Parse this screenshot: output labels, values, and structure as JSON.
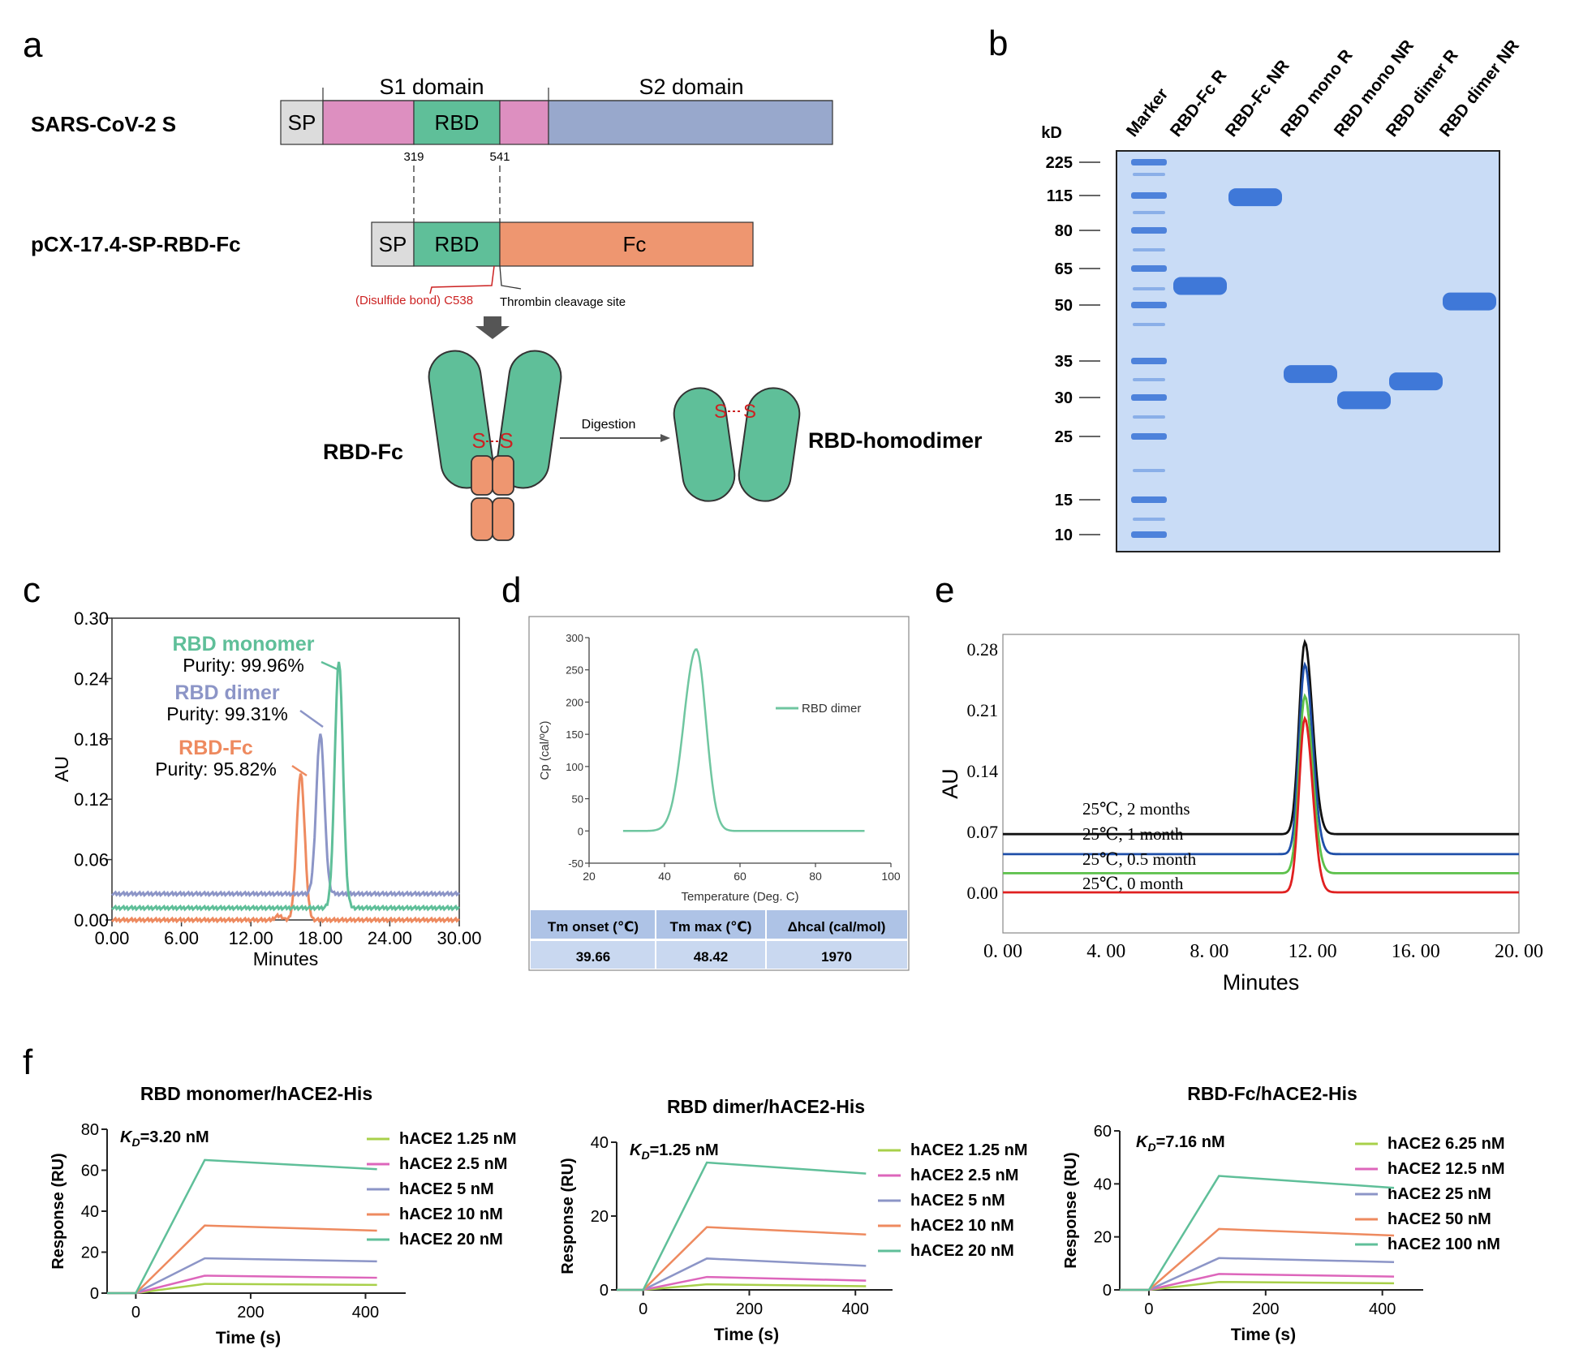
{
  "panel_letters": {
    "a": "a",
    "b": "b",
    "c": "c",
    "d": "d",
    "e": "e",
    "f": "f"
  },
  "panel_a": {
    "construct1_name": "SARS-CoV-2 S",
    "construct2_name": "pCX-17.4-SP-RBD-Fc",
    "s1_label": "S1 domain",
    "s2_label": "S2 domain",
    "sp_label": "SP",
    "rbd_label": "RBD",
    "fc_label": "Fc",
    "pos_start": "319",
    "pos_end": "541",
    "disulfide_label": "(Disulfide bond) C538",
    "thrombin_label": "Thrombin cleavage site",
    "rbdfc_label": "RBD-Fc",
    "digestion_label": "Digestion",
    "homodimer_label": "RBD-homodimer",
    "s_label": "S",
    "colors": {
      "sp": "#dcdcdc",
      "s1": "#dd8fc0",
      "rbd": "#5fbf99",
      "s2": "#98a8cc",
      "fc": "#ee9670",
      "disulfide": "#cc2222"
    }
  },
  "panel_b": {
    "unit_label": "kD",
    "lane_labels": [
      "Marker",
      "RBD-Fc R",
      "RBD-Fc NR",
      "RBD mono R",
      "RBD mono NR",
      "RBD dimer R",
      "RBD dimer NR"
    ],
    "markers": [
      "225",
      "115",
      "80",
      "65",
      "50",
      "35",
      "30",
      "25",
      "15",
      "10"
    ],
    "bands_kd": [
      57,
      112,
      33,
      29.5,
      32,
      51
    ],
    "colors": {
      "gel": "#c9dcf6",
      "band": "#3f78d8"
    }
  },
  "panel_c": {
    "chart_data": {
      "type": "line",
      "xlabel": "Minutes",
      "ylabel": "AU",
      "xlim": [
        0,
        30
      ],
      "ylim": [
        0,
        0.3
      ],
      "x_ticks": [
        "0.00",
        "6.00",
        "12.00",
        "18.00",
        "24.00",
        "30.00"
      ],
      "y_ticks": [
        "0.00",
        "0.06",
        "0.12",
        "0.18",
        "0.24",
        "0.30"
      ],
      "series": [
        {
          "name": "RBD monomer",
          "purity": "Purity: 99.96%",
          "color": "#5fbf99",
          "baseline": 0.012,
          "peak_x": 19.6,
          "peak_y": 0.258
        },
        {
          "name": "RBD dimer",
          "purity": "Purity: 99.31%",
          "color": "#8c95c7",
          "baseline": 0.026,
          "peak_x": 18.0,
          "peak_y": 0.185
        },
        {
          "name": "RBD-Fc",
          "purity": "Purity: 95.82%",
          "color": "#ee8a5f",
          "baseline": 0.0,
          "peak_x": 16.3,
          "peak_y": 0.145
        }
      ]
    }
  },
  "panel_d": {
    "chart_data": {
      "type": "line",
      "xlabel": "Temperature (Deg. C)",
      "ylabel": "Cp (cal/ºC)",
      "xlim": [
        20,
        100
      ],
      "ylim": [
        -50,
        300
      ],
      "x_ticks": [
        "20",
        "40",
        "60",
        "80",
        "100"
      ],
      "y_ticks": [
        "-50",
        "0",
        "50",
        "100",
        "150",
        "200",
        "250",
        "300"
      ],
      "series": [
        {
          "name": "RBD dimer",
          "color": "#6fc6a0",
          "peak_x": 48.4,
          "peak_y": 282,
          "start_x": 29,
          "end_x": 93
        }
      ]
    },
    "table": {
      "headers": [
        "Tm onset (℃)",
        "Tm max (℃)",
        "Δhcal (cal/mol)"
      ],
      "values": [
        "39.66",
        "48.42",
        "1970"
      ]
    }
  },
  "panel_e": {
    "chart_data": {
      "type": "line",
      "xlabel": "Minutes",
      "ylabel": "AU",
      "xlim": [
        0,
        20
      ],
      "ylim": [
        0,
        0.28
      ],
      "x_ticks": [
        "0. 00",
        "4. 00",
        "8. 00",
        "12. 00",
        "16. 00",
        "20. 00"
      ],
      "y_ticks": [
        "0.00",
        "0.07",
        "0.14",
        "0.21",
        "0.28"
      ],
      "series": [
        {
          "name": "25℃, 2 months",
          "color": "#111111",
          "baseline": 0.067,
          "peak": 0.288
        },
        {
          "name": "25℃, 1 month",
          "color": "#1f4fa8",
          "baseline": 0.044,
          "peak": 0.262
        },
        {
          "name": "25℃, 0.5 month",
          "color": "#5cc04a",
          "baseline": 0.022,
          "peak": 0.226
        },
        {
          "name": "25℃, 0 month",
          "color": "#e02020",
          "baseline": 0.0,
          "peak": 0.2
        }
      ],
      "peak_x": 11.7
    }
  },
  "panel_f": {
    "charts": [
      {
        "title": "RBD monomer/hACE2-His",
        "kd_value": "=3.20 nM",
        "xlabel": "Time (s)",
        "ylabel": "Response (RU)",
        "xlim": [
          -50,
          470
        ],
        "ylim": [
          0,
          80
        ],
        "x_ticks": [
          "0",
          "200",
          "400"
        ],
        "y_ticks": [
          "0",
          "20",
          "40",
          "60",
          "80"
        ],
        "series": [
          {
            "name": "hACE2 1.25 nM",
            "peak": 4.5,
            "end": 4
          },
          {
            "name": "hACE2 2.5 nM",
            "peak": 8.5,
            "end": 7.5
          },
          {
            "name": "hACE2 5 nM",
            "peak": 17,
            "end": 15.5
          },
          {
            "name": "hACE2 10 nM",
            "peak": 33,
            "end": 30.5
          },
          {
            "name": "hACE2 20 nM",
            "peak": 65,
            "end": 60.5
          }
        ]
      },
      {
        "title": "RBD dimer/hACE2-His",
        "kd_value": "=1.25 nM",
        "xlabel": "Time (s)",
        "ylabel": "Response (RU)",
        "xlim": [
          -50,
          470
        ],
        "ylim": [
          0,
          40
        ],
        "x_ticks": [
          "0",
          "200",
          "400"
        ],
        "y_ticks": [
          "0",
          "20",
          "40"
        ],
        "series": [
          {
            "name": "hACE2 1.25 nM",
            "peak": 1.5,
            "end": 1
          },
          {
            "name": "hACE2 2.5 nM",
            "peak": 3.5,
            "end": 2.5
          },
          {
            "name": "hACE2 5 nM",
            "peak": 8.5,
            "end": 6.5
          },
          {
            "name": "hACE2 10 nM",
            "peak": 17,
            "end": 15
          },
          {
            "name": "hACE2 20 nM",
            "peak": 34.5,
            "end": 31.5
          }
        ]
      },
      {
        "title": "RBD-Fc/hACE2-His",
        "kd_value": "=7.16 nM",
        "xlabel": "Time (s)",
        "ylabel": "Response (RU)",
        "xlim": [
          -50,
          470
        ],
        "ylim": [
          0,
          60
        ],
        "x_ticks": [
          "0",
          "200",
          "400"
        ],
        "y_ticks": [
          "0",
          "20",
          "40",
          "60"
        ],
        "series": [
          {
            "name": "hACE2 6.25 nM",
            "peak": 3,
            "end": 2.5
          },
          {
            "name": "hACE2 12.5 nM",
            "peak": 6,
            "end": 5
          },
          {
            "name": "hACE2 25 nM",
            "peak": 12,
            "end": 10.5
          },
          {
            "name": "hACE2 50 nM",
            "peak": 23,
            "end": 20.5
          },
          {
            "name": "hACE2 100 nM",
            "peak": 43,
            "end": 38.5
          }
        ]
      }
    ],
    "series_colors": [
      "#a8d04a",
      "#dd66bb",
      "#8c95c7",
      "#ee8a5f",
      "#5fbf99"
    ]
  }
}
